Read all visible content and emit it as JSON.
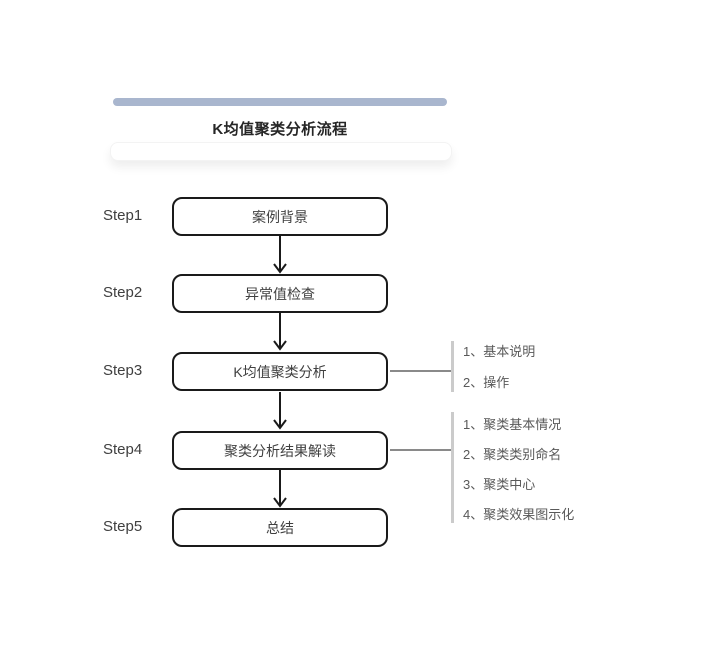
{
  "header": {
    "title": "K均值聚类分析流程"
  },
  "colors": {
    "accent_bar": "#a9b6ce",
    "box_border": "#1a1a1a",
    "connector_line": "#8a8a8a",
    "note_bar": "#cbcbcb",
    "note_text": "#595959"
  },
  "steps": [
    {
      "label": "Step1",
      "title": "案例背景",
      "notes": []
    },
    {
      "label": "Step2",
      "title": "异常值检查",
      "notes": []
    },
    {
      "label": "Step3",
      "title": "K均值聚类分析",
      "notes": [
        "1、基本说明",
        "2、操作"
      ]
    },
    {
      "label": "Step4",
      "title": "聚类分析结果解读",
      "notes": [
        "1、聚类基本情况",
        "2、聚类类别命名",
        "3、聚类中心",
        "4、聚类效果图示化"
      ]
    },
    {
      "label": "Step5",
      "title": "总结",
      "notes": []
    }
  ]
}
